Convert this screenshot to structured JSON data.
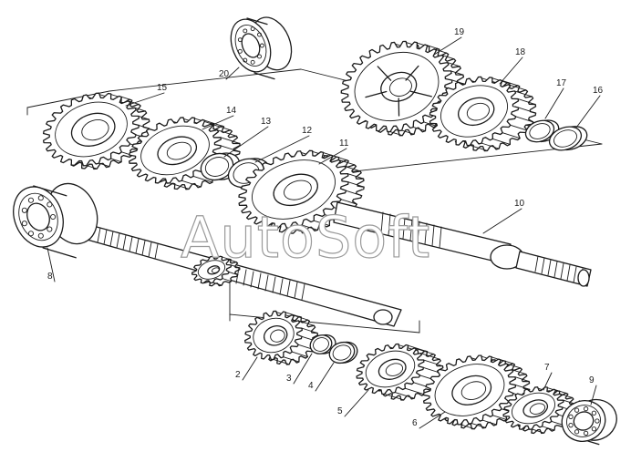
{
  "watermark": "AutoSoft",
  "callouts": [
    {
      "id": "20",
      "text": "20"
    },
    {
      "id": "19",
      "text": "19"
    },
    {
      "id": "18",
      "text": "18"
    },
    {
      "id": "17",
      "text": "17"
    },
    {
      "id": "16",
      "text": "16"
    },
    {
      "id": "15",
      "text": "15"
    },
    {
      "id": "14",
      "text": "14"
    },
    {
      "id": "13",
      "text": "13"
    },
    {
      "id": "12",
      "text": "12"
    },
    {
      "id": "11",
      "text": "11"
    },
    {
      "id": "10",
      "text": "10"
    },
    {
      "id": "8",
      "text": "8"
    },
    {
      "id": "2",
      "text": "2"
    },
    {
      "id": "3",
      "text": "3"
    },
    {
      "id": "4",
      "text": "4"
    },
    {
      "id": "5",
      "text": "5"
    },
    {
      "id": "6",
      "text": "6"
    },
    {
      "id": "7",
      "text": "7"
    },
    {
      "id": "9",
      "text": "9"
    }
  ]
}
